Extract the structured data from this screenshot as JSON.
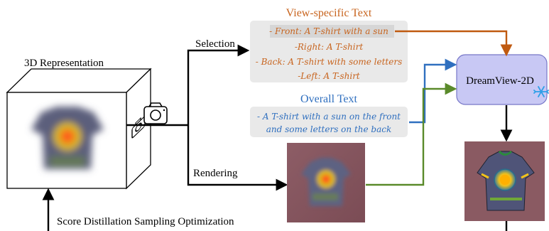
{
  "representation": {
    "title": "3D Representation",
    "bottom_caption": "Score Distillation Sampling Optimization"
  },
  "branches": {
    "selection_label": "Selection",
    "rendering_label": "Rendering"
  },
  "view_specific": {
    "title": "View-specific Text",
    "items": [
      "- Front: A T-shirt with a sun",
      "-Right:  A T-shirt",
      "- Back: A T-shirt with some letters",
      "-Left: A T-shirt"
    ]
  },
  "overall": {
    "title": "Overall Text",
    "lines": [
      "- A T-shirt with a sun on the front",
      "and some letters on the back"
    ]
  },
  "model": {
    "label": "DreamView-2D",
    "frozen_icon": "snowflake-icon"
  },
  "colors": {
    "orange_text": "#c8641e",
    "orange_arrow": "#c05a10",
    "blue_text": "#2f6fbf",
    "blue_arrow": "#2f6fbf",
    "green_arrow": "#5a8a2a",
    "model_fill": "#c8c8f4",
    "model_stroke": "#7777c8",
    "text_box_fill": "#e9e9e9",
    "background_render": "#8a5a62"
  }
}
